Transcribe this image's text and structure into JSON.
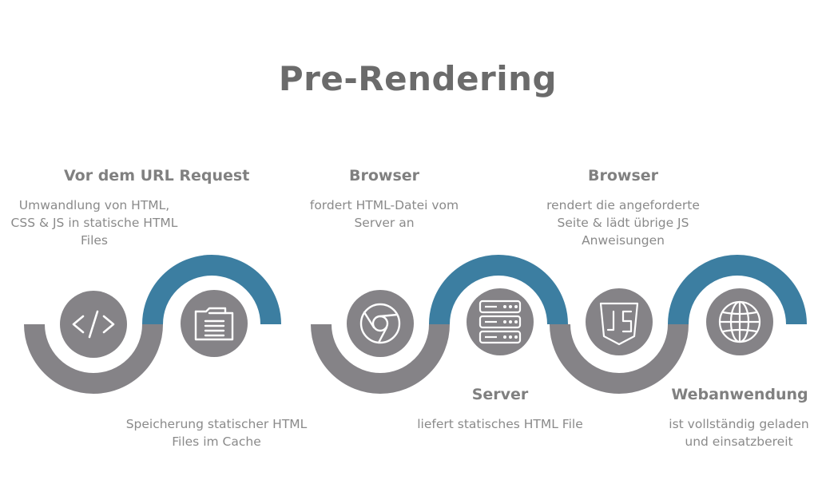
{
  "title": "Pre-Rendering",
  "colors": {
    "teal": "#3c7ea1",
    "gray": "#858387",
    "icon_bg": "#858387",
    "text": "#8a8a8a"
  },
  "steps": [
    {
      "heading": "Vor dem URL Request",
      "description": "Umwandlung von HTML, CSS & JS in statische HTML Files",
      "icon": "code-icon"
    },
    {
      "heading": "",
      "description": "Speicherung statischer HTML Files im Cache",
      "icon": "folder-icon"
    },
    {
      "heading": "Browser",
      "description": "fordert HTML-Datei vom Server an",
      "icon": "chrome-icon"
    },
    {
      "heading": "Server",
      "description": "liefert statisches HTML File",
      "icon": "server-icon"
    },
    {
      "heading": "Browser",
      "description": "rendert die angeforderte Seite & lädt übrige JS Anweisungen",
      "icon": "js-shield-icon"
    },
    {
      "heading": "Webanwendung",
      "description": "ist vollständig geladen und einsatzbereit",
      "icon": "globe-icon"
    }
  ]
}
